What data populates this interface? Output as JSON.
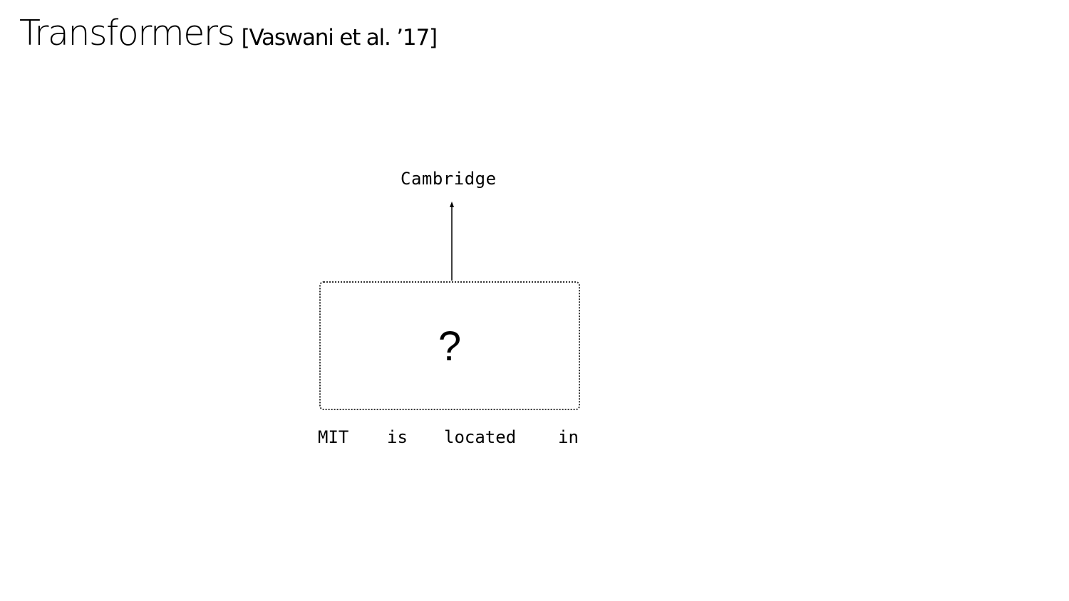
{
  "slide": {
    "title": "Transformers",
    "citation": "[Vaswani et al. ’17]"
  },
  "diagram": {
    "output_token": "Cambridge",
    "model_label": "?",
    "input_tokens": [
      "MIT",
      "is",
      "located",
      "in"
    ]
  }
}
